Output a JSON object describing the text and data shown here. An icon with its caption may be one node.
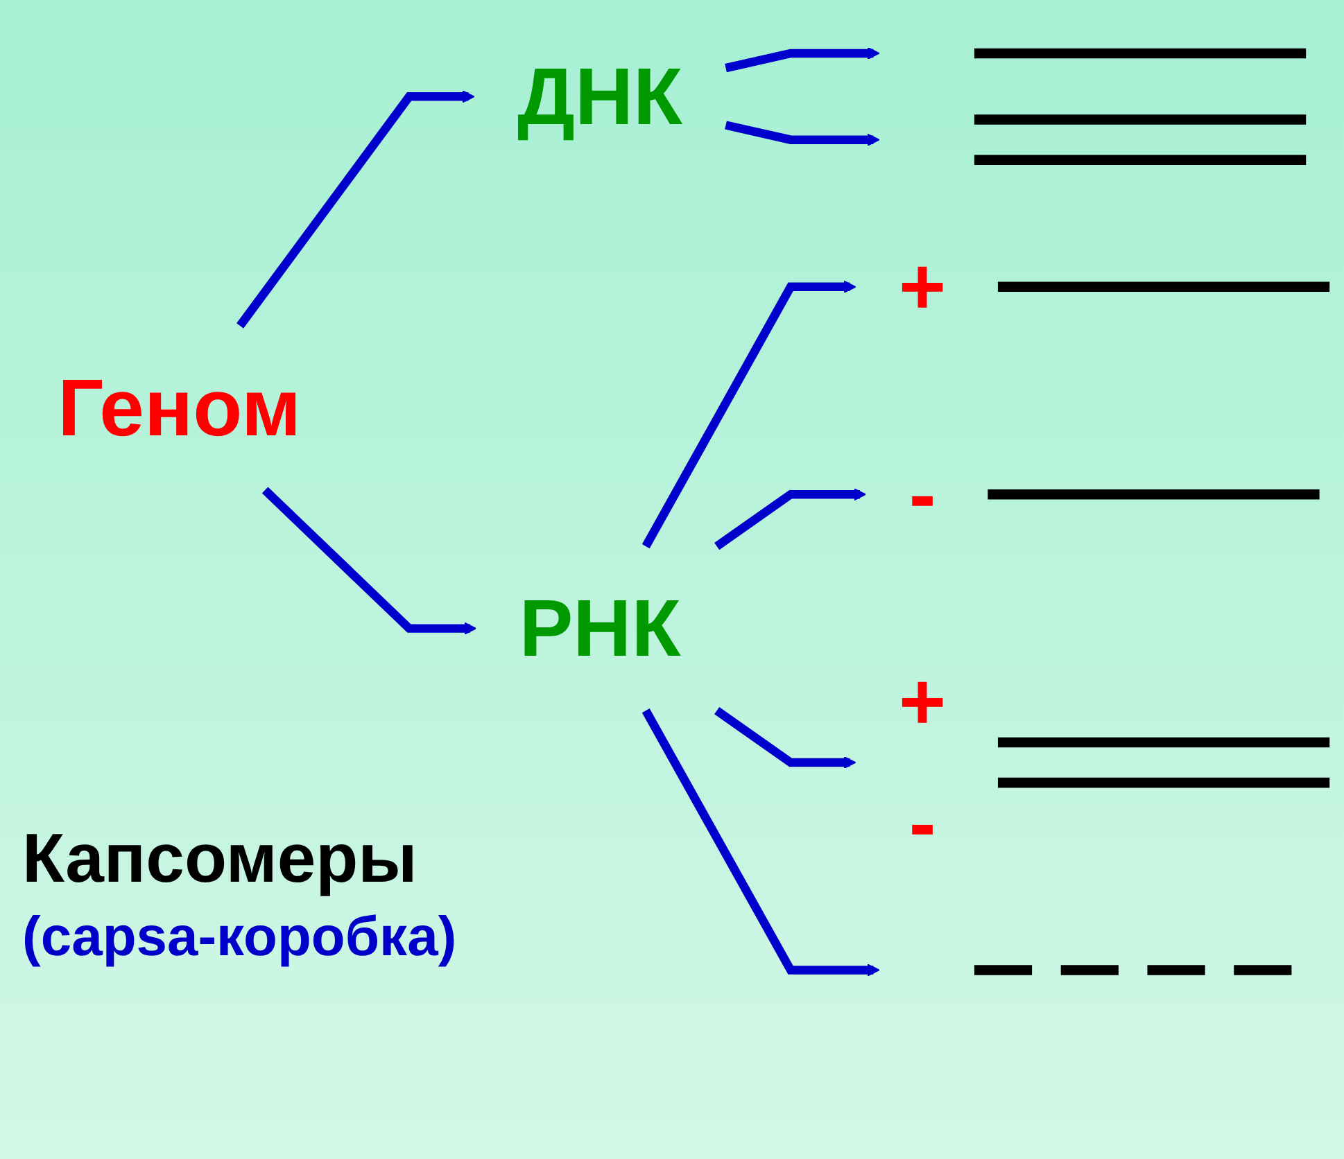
{
  "diagram": {
    "nodes": [
      {
        "text": [
          "Геном"
        ]
      },
      {
        "text": [
          "ДНК"
        ]
      },
      {
        "text": [
          "РНК"
        ]
      },
      {
        "text": [],
        "shape": "line"
      },
      {
        "text": [],
        "shape": "line"
      },
      {
        "text": [
          "+"
        ]
      },
      {
        "text": [
          "-"
        ]
      },
      {
        "text": [
          "+",
          "-"
        ]
      },
      {
        "text": [],
        "shape": "line"
      }
    ],
    "edges": [
      {
        "from": 0,
        "to": 1,
        "arrow": "to"
      },
      {
        "from": 0,
        "to": 2,
        "arrow": "to"
      },
      {
        "from": 1,
        "to": 3,
        "arrow": "to"
      },
      {
        "from": 1,
        "to": 4,
        "arrow": "to"
      },
      {
        "from": 2,
        "to": 5,
        "arrow": "to"
      },
      {
        "from": 2,
        "to": 6,
        "arrow": "to"
      },
      {
        "from": 2,
        "to": 7,
        "arrow": "to"
      },
      {
        "from": 2,
        "to": 8,
        "arrow": "to"
      }
    ],
    "labels": [
      "Капсомеры",
      "(capsa-коробка)"
    ]
  }
}
